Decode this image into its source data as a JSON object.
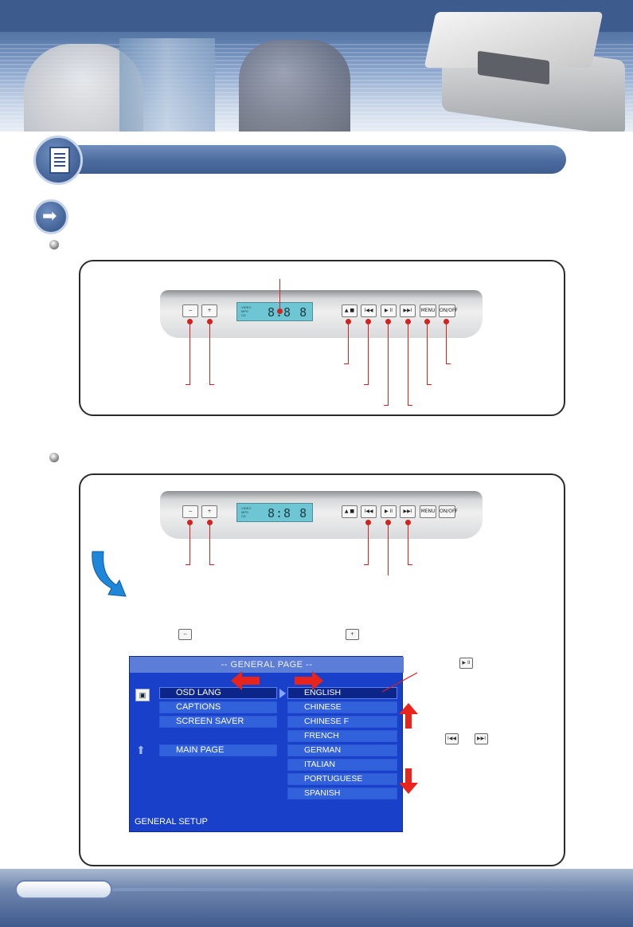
{
  "colors": {
    "brand_blue": "#3f5d8f",
    "callout_red": "#d2231e",
    "osd_background": "#1840c8",
    "osd_header": "#5d7ed8",
    "lcd": "#6ec6d4"
  },
  "icons": {
    "section_icon": "document-icon",
    "subsection_icon": "arrow-right-icon",
    "bullet_icon": "bullet-icon",
    "flow_arrow": "curved-down-arrow",
    "osd_up": "osd-up-arrow",
    "osd_left_right": "left-right-red-arrows",
    "osd_up_down": "up-down-red-arrows"
  },
  "control_panel": {
    "buttons": [
      "−",
      "+",
      "▲ ■",
      "I◀◀",
      "▶ II",
      "▶▶I",
      "MENU",
      "ON/OFF"
    ],
    "lcd_digits": "8:8 8",
    "lcd_labels": [
      "VIDEO",
      "MPG",
      "CD"
    ]
  },
  "keys": {
    "minus": "−",
    "plus": "+",
    "play_pause": "▶ II",
    "prev": "I◀◀",
    "next": "▶▶I"
  },
  "osd": {
    "header": "--  GENERAL PAGE  --",
    "left_items": [
      "OSD LANG",
      "CAPTIONS",
      "SCREEN SAVER",
      "MAIN PAGE"
    ],
    "right_items": [
      "ENGLISH",
      "CHINESE",
      "CHINESE F",
      "FRENCH",
      "GERMAN",
      "ITALIAN",
      "PORTUGUESE",
      "SPANISH"
    ],
    "footer": "GENERAL SETUP",
    "selected_left": "OSD LANG",
    "selected_right": "ENGLISH"
  }
}
